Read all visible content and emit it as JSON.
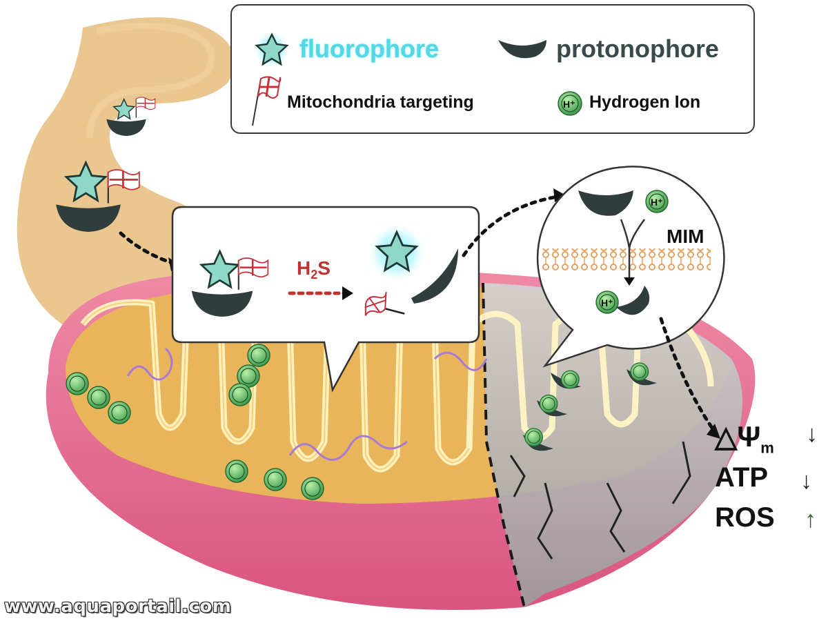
{
  "legend": {
    "fluorophore": "fluorophore",
    "protonophore": "protonophore",
    "targeting": "Mitochondria targeting",
    "hydrogen": "Hydrogen Ion",
    "h_symbol": "H⁺"
  },
  "reaction": {
    "trigger": "H",
    "trigger_sub": "2",
    "trigger_tail": "S"
  },
  "membrane": {
    "label": "MIM",
    "h_symbol": "H⁺"
  },
  "effects": {
    "delta": "△",
    "psi": "Ψ",
    "psi_sub": "m",
    "psi_trend": "↓",
    "atp": "ATP",
    "atp_trend": "↓",
    "ros": "ROS",
    "ros_trend": "↑"
  },
  "watermark": "www.aquaportail.com",
  "colors": {
    "fluorophore": "#8fd8c8",
    "fluorophore_glow": "#5fe3f0",
    "protonophore": "#2f3d3d",
    "hydrogen_ion": "#5fb86a",
    "flag_red": "#d0323a",
    "mitochondrion_outer": "#e46b8f",
    "matrix": "#e8b858",
    "cristae": "#fff6c8",
    "damaged_region": "#b8b8b8",
    "trigger_text": "#c0322f"
  }
}
